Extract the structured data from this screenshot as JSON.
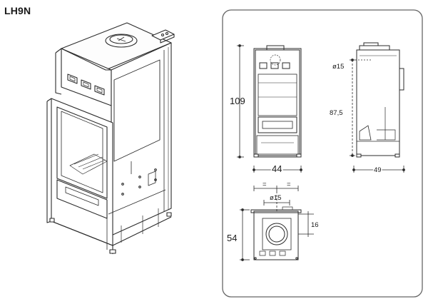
{
  "title": "LH9N",
  "dimensions": {
    "height_total": "109",
    "width_front": "44",
    "flue_diameter_side": "ø15",
    "flue_height": "87,5",
    "depth_side": "49",
    "flue_diameter_top": "ø15",
    "offset_top": "16",
    "depth_top": "54",
    "equal_mark": "="
  }
}
